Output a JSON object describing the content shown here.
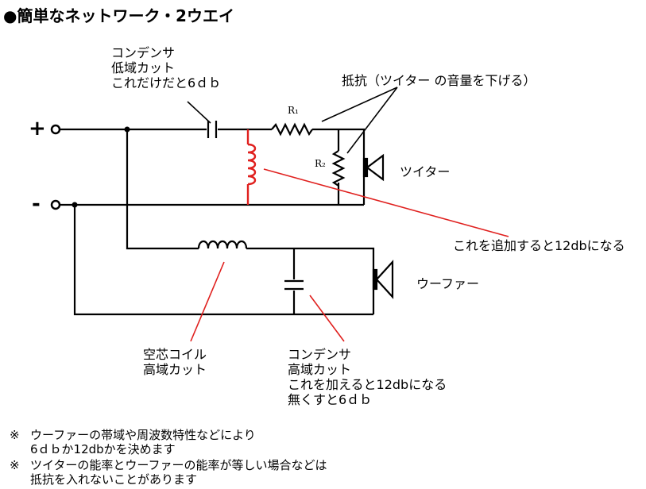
{
  "title": "●簡単なネットワーク・2ウエイ",
  "terminals": {
    "plus": "+",
    "minus": "-"
  },
  "labels": {
    "capacitor_top": [
      "コンデンサ",
      "低域カット",
      "これだけだと6ｄｂ"
    ],
    "resistor_note": "抵抗（ツイター の音量を下げる）",
    "r1": "R₁",
    "r2": "R₂",
    "tweeter": "ツイター",
    "coil_red_note": "これを追加すると12dbになる",
    "woofer": "ウーファー",
    "coil_bottom": [
      "空芯コイル",
      "高域カット"
    ],
    "capacitor_bottom": [
      "コンデンサ",
      "高域カット",
      "これを加えると12dbになる",
      "無くすと6ｄｂ"
    ]
  },
  "notes": [
    {
      "mark": "※",
      "lines": [
        "ウーファーの帯域や周波数特性などにより",
        "6ｄｂか12dbかを決めます"
      ]
    },
    {
      "mark": "※",
      "lines": [
        "ツイターの能率とウーファーの能率が等しい場合などは",
        "抵抗を入れないことがあります"
      ]
    }
  ],
  "colors": {
    "wire": "#000000",
    "highlight": "#e0201e"
  }
}
